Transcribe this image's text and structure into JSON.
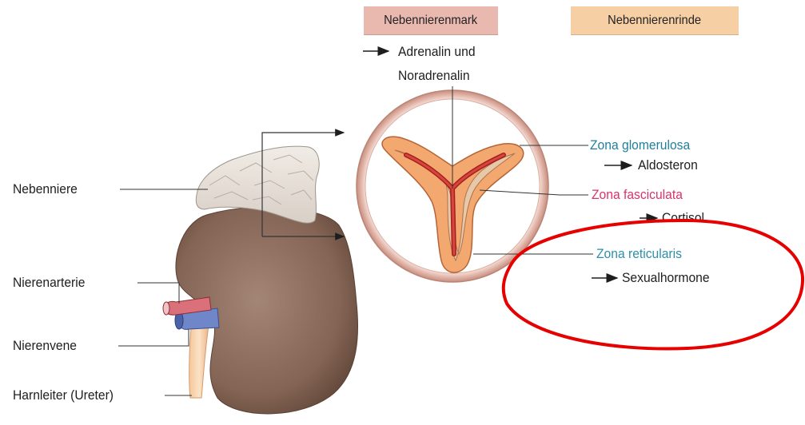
{
  "headers": {
    "medulla": "Nebennierenmark",
    "cortex": "Nebennierenrinde"
  },
  "medulla_output": {
    "line1": "Adrenalin und",
    "line2": "Noradrenalin"
  },
  "organ_labels": {
    "adrenal": "Nebenniere",
    "artery": "Nierenarterie",
    "vein": "Nierenvene",
    "ureter": "Harnleiter (Ureter)"
  },
  "zones": [
    {
      "name": "Zona glomerulosa",
      "hormone": "Aldosteron",
      "color": "#1f7f9c"
    },
    {
      "name": "Zona fasciculata",
      "hormone": "Cortisol",
      "color": "#d8336b"
    },
    {
      "name": "Zona reticularis",
      "hormone": "Sexualhormone",
      "color": "#2e8fa8"
    }
  ],
  "colors": {
    "medulla_header_bg": "#e9b9b0",
    "cortex_header_bg": "#f7cfa5",
    "kidney": "#8a6a5a",
    "annotation_circle": "#e60000",
    "leader_line": "#333333"
  },
  "icons": [
    "right-arrow-icon"
  ]
}
